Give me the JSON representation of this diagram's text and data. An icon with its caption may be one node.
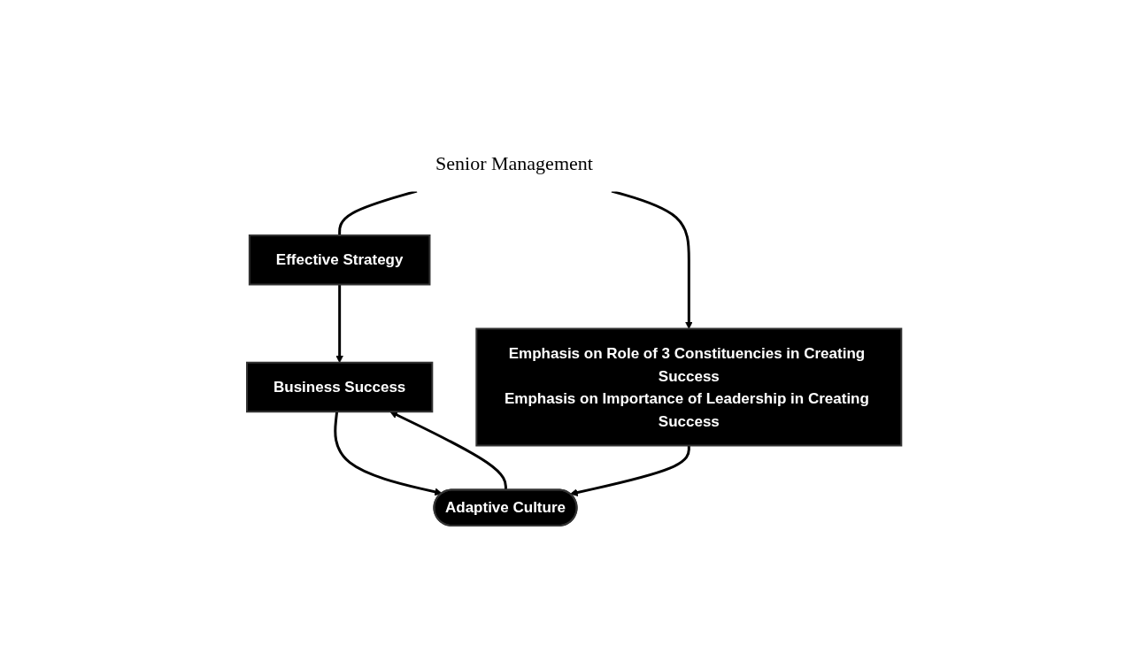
{
  "diagram": {
    "nodes": [
      {
        "text": [
          "Senior Management"
        ]
      },
      {
        "text": [
          "Effective Strategy"
        ]
      },
      {
        "text": [
          "Business Success"
        ]
      },
      {
        "text": [
          "Emphasis on Role of 3 Constituencies in Creating Success",
          "Emphasis on Importance of Leadership in Creating Success"
        ]
      },
      {
        "text": [
          "Adaptive Culture"
        ]
      }
    ],
    "edges": [
      {
        "from": 0,
        "to": 1,
        "arrow": "none"
      },
      {
        "from": 0,
        "to": 3,
        "arrow": "to"
      },
      {
        "from": 1,
        "to": 2,
        "arrow": "to"
      },
      {
        "from": 2,
        "to": 4,
        "arrow": "to"
      },
      {
        "from": 3,
        "to": 4,
        "arrow": "to"
      },
      {
        "from": 4,
        "to": 2,
        "arrow": "to"
      }
    ]
  }
}
